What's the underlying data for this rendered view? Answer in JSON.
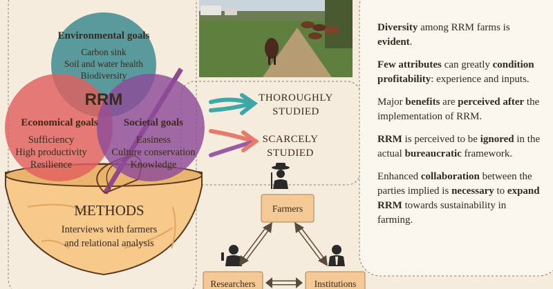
{
  "venn": {
    "center_label": "RRM",
    "environmental": {
      "title": "Environmental goals",
      "items": [
        "Carbon sink",
        "Soil and water health",
        "Biodiversity"
      ]
    },
    "economical": {
      "title": "Economical goals",
      "items": [
        "Sufficiency",
        "High productivity",
        "Resilience"
      ]
    },
    "societal": {
      "title": "Societal goals",
      "items": [
        "Easiness",
        "Culture conservation",
        "Knowledge"
      ]
    }
  },
  "methods": {
    "title": "METHODS",
    "lines": [
      "Interviews with farmers",
      "and relational analysis"
    ]
  },
  "study": {
    "thoroughly": [
      "THOROUGHLY",
      "STUDIED"
    ],
    "scarcely": [
      "SCARCELY",
      "STUDIED"
    ]
  },
  "actors": {
    "farmers": "Farmers",
    "researchers": "Researchers",
    "institutions": "Institutions"
  },
  "findings": [
    [
      {
        "t": "Diversity",
        "b": true
      },
      {
        "t": " among RRM farms is "
      },
      {
        "t": "evident",
        "b": true
      },
      {
        "t": "."
      }
    ],
    [
      {
        "t": "Few attributes",
        "b": true
      },
      {
        "t": " can greatly "
      },
      {
        "t": "condition profitability",
        "b": true
      },
      {
        "t": ": experience and inputs."
      }
    ],
    [
      {
        "t": "Major "
      },
      {
        "t": "benefits",
        "b": true
      },
      {
        "t": " are "
      },
      {
        "t": "perceived after",
        "b": true
      },
      {
        "t": " the implementation of RRM."
      }
    ],
    [
      {
        "t": "RRM",
        "b": true
      },
      {
        "t": " is perceived to be "
      },
      {
        "t": "ignored",
        "b": true
      },
      {
        "t": " in the actual "
      },
      {
        "t": "bureaucratic",
        "b": true
      },
      {
        "t": " framework."
      }
    ],
    [
      {
        "t": "Enhanced "
      },
      {
        "t": "collaboration",
        "b": true
      },
      {
        "t": " between the parties implied is "
      },
      {
        "t": "necessary",
        "b": true
      },
      {
        "t": " to "
      },
      {
        "t": "expand RRM",
        "b": true
      },
      {
        "t": " towards sustainability in farming."
      }
    ]
  ]
}
